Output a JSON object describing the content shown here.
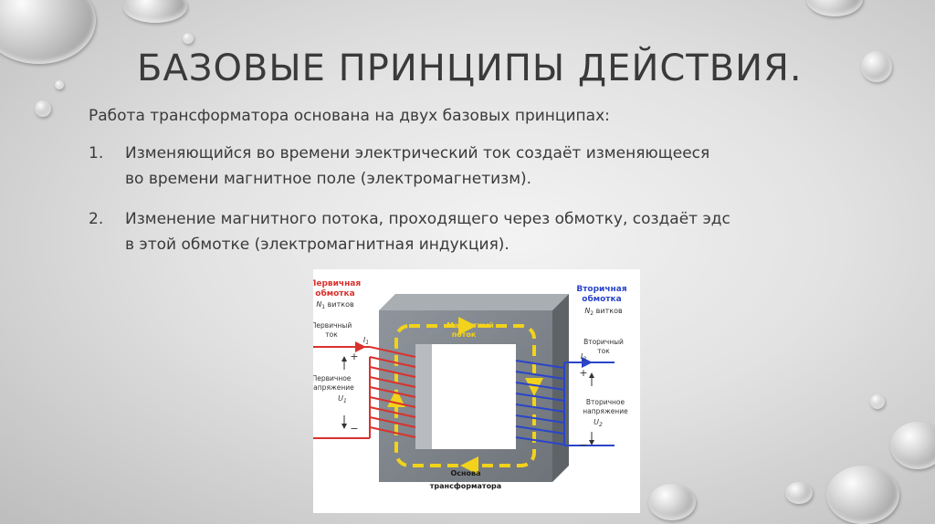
{
  "slide": {
    "title": "БАЗОВЫЕ ПРИНЦИПЫ ДЕЙСТВИЯ.",
    "intro": "Работа трансформатора основана на двух базовых принципах:",
    "items": [
      {
        "number": "1.",
        "line1": "Изменяющийся во времени электрический ток создаёт изменяющееся",
        "line2": "во времени магнитное поле (электромагнетизм)."
      },
      {
        "number": "2.",
        "line1": "Изменение магнитного потока, проходящего через обмотку, создаёт эдс",
        "line2": "в этой обмотке (электромагнитная индукция)."
      }
    ]
  },
  "diagram": {
    "primary_winding_l1": "Первичная",
    "primary_winding_l2": "обмотка",
    "primary_turns": "N",
    "primary_turns_sub": "1",
    "primary_turns_suffix": " витков",
    "secondary_winding_l1": "Вторичная",
    "secondary_winding_l2": "обмотка",
    "secondary_turns": "N",
    "secondary_turns_sub": "2",
    "secondary_turns_suffix": " витков",
    "primary_current_l1": "Первичный",
    "primary_current_l2": "ток",
    "i1": "I",
    "i1_sub": "1",
    "primary_voltage_l1": "Первичное",
    "primary_voltage_l2": "напряжение",
    "u1": "U",
    "u1_sub": "1",
    "secondary_current_l1": "Вторичный",
    "secondary_current_l2": "ток",
    "i2": "I",
    "i2_sub": "2",
    "secondary_voltage_l1": "Вторичное",
    "secondary_voltage_l2": "напряжение",
    "u2": "U",
    "u2_sub": "2",
    "flux_l1": "Магнитный",
    "flux_l2": "поток",
    "core_l1": "Основа",
    "core_l2": "трансформатора",
    "plus": "+",
    "minus": "−",
    "primary_color": "#d9322e",
    "secondary_color": "#2b45c9",
    "flux_color": "#f2d21b"
  }
}
